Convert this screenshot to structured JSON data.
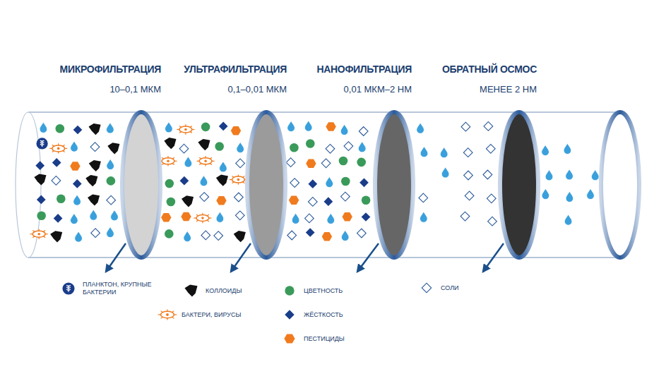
{
  "diagram": {
    "labels": [
      "МИКРОФИЛЬТРАЦИЯ",
      "10–0,1 МКМ",
      "УЛЬТРАФИЛЬТРАЦИЯ",
      "0,1–0,01 МКМ",
      "НАНОФИЛЬТРАЦИЯ",
      "0,01 МКМ–2 НМ",
      "ОБРАТНЫЙ ОСМОС",
      "МЕНЕЕ 2 НМ"
    ],
    "legend": [
      {
        "text": "ПЛАНКТОН, КРУПНЫЕ БАКТЕРИИ"
      },
      {
        "text": "КОЛЛОИДЫ"
      },
      {
        "text": "БАКТЕРИ, ВИРУСЫ"
      },
      {
        "text": "ЦВЕТНОСТЬ"
      },
      {
        "text": "ЖЁСТКОСТЬ"
      },
      {
        "text": "ПЕСТИЦИДЫ"
      },
      {
        "text": "СОЛИ"
      }
    ]
  }
}
